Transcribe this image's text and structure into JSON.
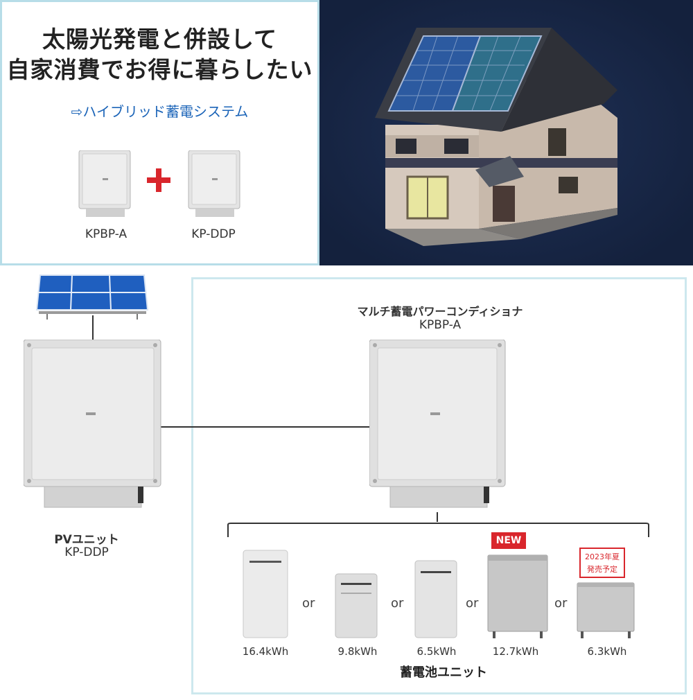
{
  "hero": {
    "headline_line1": "太陽光発電と併設して",
    "headline_line2": "自家消費でお得に暮らしたい",
    "link_text": "⇨ハイブリッド蓄電システム",
    "units": [
      {
        "model": "KPBP-A"
      },
      {
        "model": "KP-DDP"
      }
    ]
  },
  "diagram": {
    "conditioner": {
      "title": "マルチ蓄電パワーコンディショナ",
      "model": "KPBP-A"
    },
    "pv_unit": {
      "title": "PVユニット",
      "model": "KP-DDP"
    },
    "batteries": [
      {
        "capacity": "16.4kWh"
      },
      {
        "capacity": "9.8kWh"
      },
      {
        "capacity": "6.5kWh"
      },
      {
        "capacity": "12.7kWh",
        "badge": "NEW"
      },
      {
        "capacity": "6.3kWh",
        "badge_line1": "2023年夏",
        "badge_line2": "発売予定"
      }
    ],
    "or_label": "or",
    "battery_caption": "蓄電池ユニット"
  },
  "colors": {
    "accent_red": "#d9262c",
    "link_blue": "#1b64b8",
    "night_bg": "#14213d",
    "panel_border": "#b7dde8"
  }
}
